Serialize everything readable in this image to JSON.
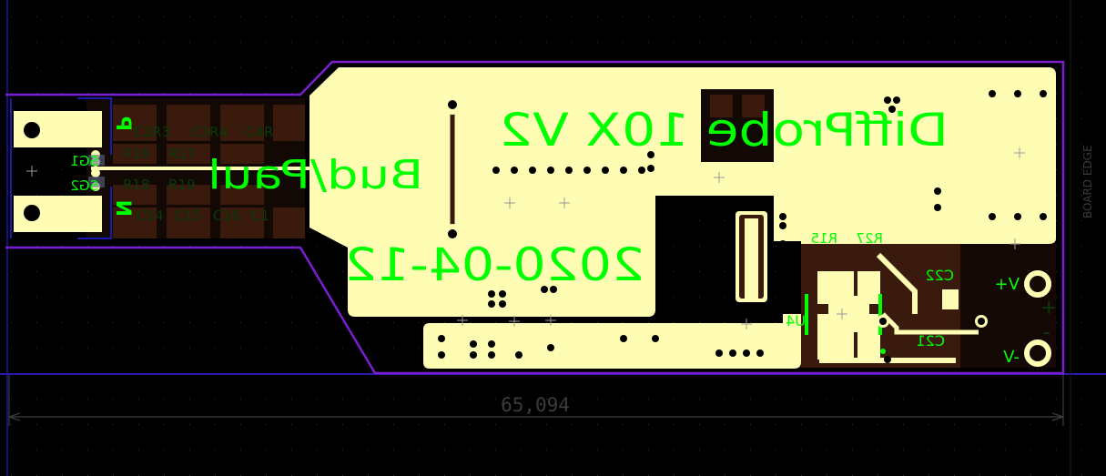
{
  "editor": {
    "view": "pcb-bottom-layer",
    "colors": {
      "background": "#000000",
      "board_outline": "#7a1fd0",
      "copper_pour": "#fffcb4",
      "pads_bottom": "#3a1a0c",
      "silkscreen": "#00ff00",
      "dimension": "#3c3c3c",
      "keepout": "#1a1aa0"
    }
  },
  "board": {
    "title": "DiffProbe 10X V2",
    "authors": "Bud/Paul",
    "date": "2020-04-12",
    "edge_label": "BOARD EDGE",
    "dimension": "65,094"
  },
  "labels": {
    "P": "P",
    "N": "N",
    "SG1": "SG1",
    "SG2": "SG2",
    "top_row": [
      "C2R3",
      "C3R4",
      "C4R"
    ],
    "mid_row": [
      "R16",
      "R17",
      "R18",
      "R19"
    ],
    "bottom_row": [
      "C14",
      "C15",
      "C16",
      "C1"
    ],
    "R27": "R27",
    "R15": "R15",
    "C22": "C22",
    "C21": "C21",
    "U4": "U4",
    "Vplus": "V+",
    "Vminus": "-V",
    "plus": "+",
    "minus": "-"
  }
}
